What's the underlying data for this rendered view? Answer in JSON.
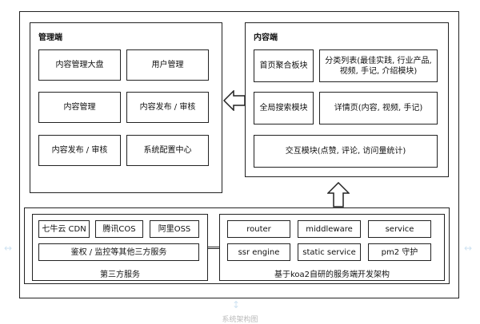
{
  "admin": {
    "title": "管理端",
    "boxes": [
      "内容管理大盘",
      "用户管理",
      "内容管理",
      "内容发布 / 审核",
      "内容发布 / 审核",
      "系统配置中心"
    ]
  },
  "content": {
    "title": "内容端",
    "boxes": [
      "首页聚合板块",
      "分类列表(最佳实践, 行业产品, 视频, 手记, 介绍模块)",
      "全局搜索模块",
      "详情页(内容, 视频, 手记)",
      "交互模块(点赞, 评论, 访问量统计)"
    ]
  },
  "third_party": {
    "caption": "第三方服务",
    "boxes": [
      "七牛云 CDN",
      "腾讯COS",
      "阿里OSS",
      "鉴权 / 监控等其他三方服务"
    ]
  },
  "server": {
    "caption": "基于koa2自研的服务端开发架构",
    "boxes": [
      "router",
      "middleware",
      "service",
      "ssr engine",
      "static service",
      "pm2 守护"
    ]
  },
  "footer": {
    "caption": "系统架构图"
  }
}
